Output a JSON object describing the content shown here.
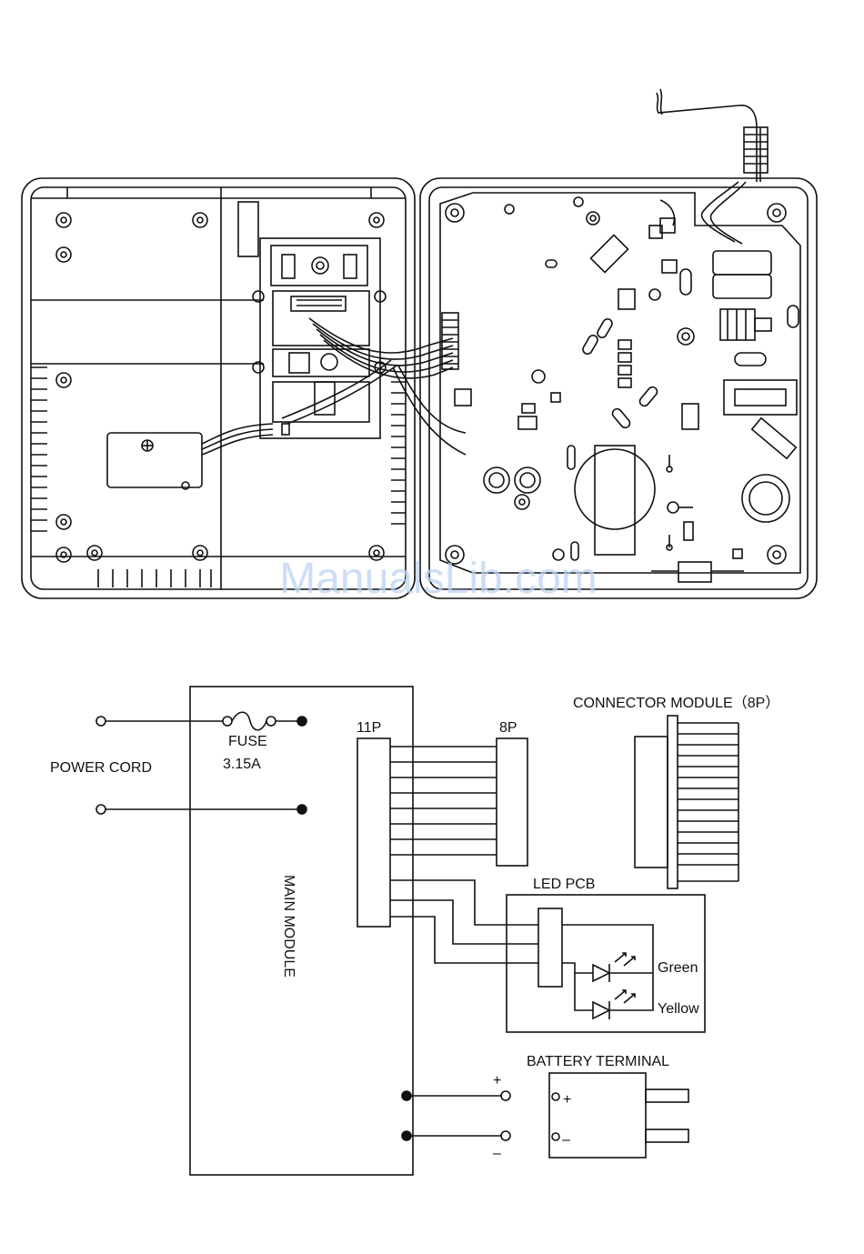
{
  "watermark": "ManualsLib.com",
  "schematic": {
    "power_cord": "POWER CORD",
    "fuse": "FUSE",
    "fuse_rating": "3.15A",
    "main_module": "MAIN MODULE",
    "connector_11p": "11P",
    "connector_8p": "8P",
    "connector_module": "CONNECTOR MODULE（8P）",
    "led_pcb": "LED PCB",
    "led_green": "Green",
    "led_yellow": "Yellow",
    "battery_terminal": "BATTERY TERMINAL",
    "plus": "+",
    "minus": "–"
  },
  "colors": {
    "line": "#111111",
    "watermark": "#bcd3f2"
  }
}
